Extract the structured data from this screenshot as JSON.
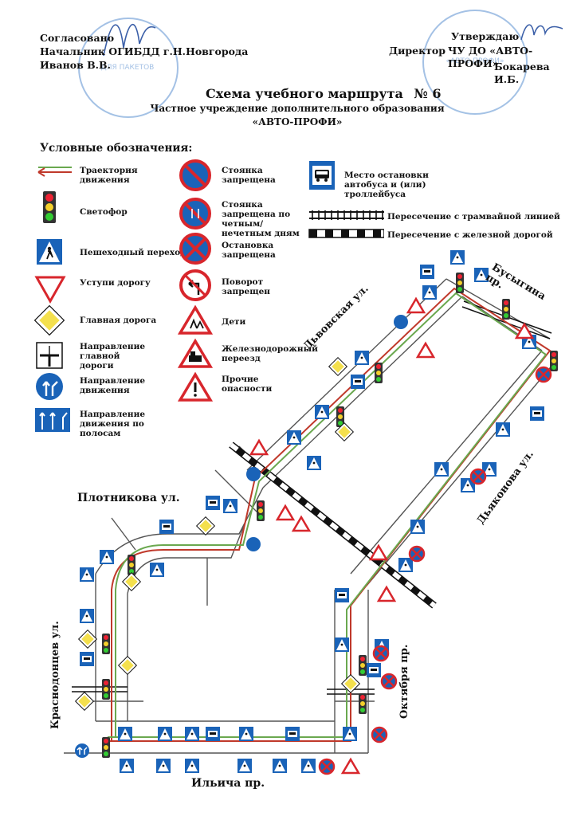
{
  "header": {
    "left": {
      "line1": "Согласовано",
      "line2": "Начальник ОГИБДД г.Н.Новгорода",
      "line3": "Иванов В.В."
    },
    "right": {
      "approve": "Утверждаю",
      "position": "Директор",
      "org": "ЧУ ДО «АВТО-ПРОФИ»",
      "name": "Бокарева И.Б."
    },
    "stamp_left_text": "ДЛЯ ПАКЕТОВ",
    "stamp_right_text": "«АВТО-ПРОФИ»"
  },
  "title": {
    "main": "Схема учебного маршрута",
    "number": "№ 6",
    "sub1": "Частное учреждение дополнительного образования",
    "sub2": "«АВТО-ПРОФИ»"
  },
  "legend": {
    "title": "Условные обозначения:",
    "col1": [
      {
        "label": "Траектория движения",
        "icon": "trajectory-arrow-icon"
      },
      {
        "label": "Светофор",
        "icon": "traffic-light-icon"
      },
      {
        "label": "Пешеходный переход",
        "icon": "pedestrian-crossing-icon"
      },
      {
        "label": "Уступи дорогу",
        "icon": "yield-icon"
      },
      {
        "label": "Главная дорога",
        "icon": "main-road-icon"
      },
      {
        "label": "Направление главной дороги",
        "icon": "main-road-direction-icon"
      },
      {
        "label": "Направление движения",
        "icon": "direction-icon"
      },
      {
        "label": "Направление движения по полосам",
        "icon": "lane-direction-icon"
      }
    ],
    "col2": [
      {
        "label": "Стоянка запрещена",
        "icon": "no-parking-icon"
      },
      {
        "label": "Стоянка запрещена по четным/ нечетным дням",
        "icon": "no-parking-even-odd-icon"
      },
      {
        "label": "Остановка запрещена",
        "icon": "no-stopping-icon"
      },
      {
        "label": "Поворот запрещен",
        "icon": "no-turn-icon"
      },
      {
        "label": "Дети",
        "icon": "children-icon"
      },
      {
        "label": "Железнодорожный переезд",
        "icon": "railway-crossing-icon"
      },
      {
        "label": "Прочие опасности",
        "icon": "other-danger-icon"
      }
    ],
    "col3": [
      {
        "label": "Место остановки автобуса и (или) троллейбуса",
        "icon": "bus-stop-icon"
      },
      {
        "label": "Пересечение с трамвайной линией",
        "icon": "tram-line-icon"
      },
      {
        "label": "Пересечение с железной дорогой",
        "icon": "railway-line-icon"
      }
    ]
  },
  "streets": {
    "lvovskaya": "Львовская ул.",
    "busygina": "Бусыгина пр.",
    "plotnikova": "Плотникова ул.",
    "dyakonova": "Дьяконова ул.",
    "krasnodontsev": "Краснодонцев ул.",
    "oktyabrya": "Октября пр.",
    "ilyicha": "Ильича пр."
  },
  "colors": {
    "road": "#555555",
    "sign_blue": "#1a63b8",
    "sign_red": "#d8262c",
    "trajectory_red": "#c0392b",
    "trajectory_green": "#6aa84f",
    "main_road_yellow": "#f4e04d",
    "stamp_blue": "#5a8fd0"
  }
}
